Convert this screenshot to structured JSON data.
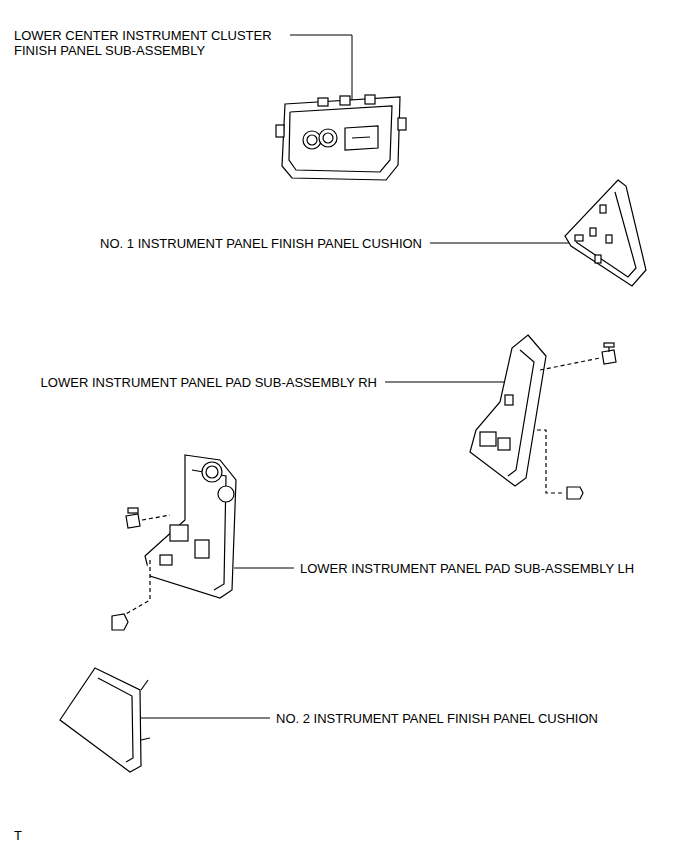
{
  "diagram": {
    "labels": [
      "LOWER CENTER INSTRUMENT CLUSTER FINISH PANEL SUB-ASSEMBLY",
      "NO. 1 INSTRUMENT PANEL FINISH PANEL CUSHION",
      "LOWER INSTRUMENT PANEL PAD SUB-ASSEMBLY RH",
      "LOWER INSTRUMENT PANEL PAD SUB-ASSEMBLY LH",
      "NO. 2 INSTRUMENT PANEL FINISH PANEL CUSHION",
      "T"
    ]
  }
}
